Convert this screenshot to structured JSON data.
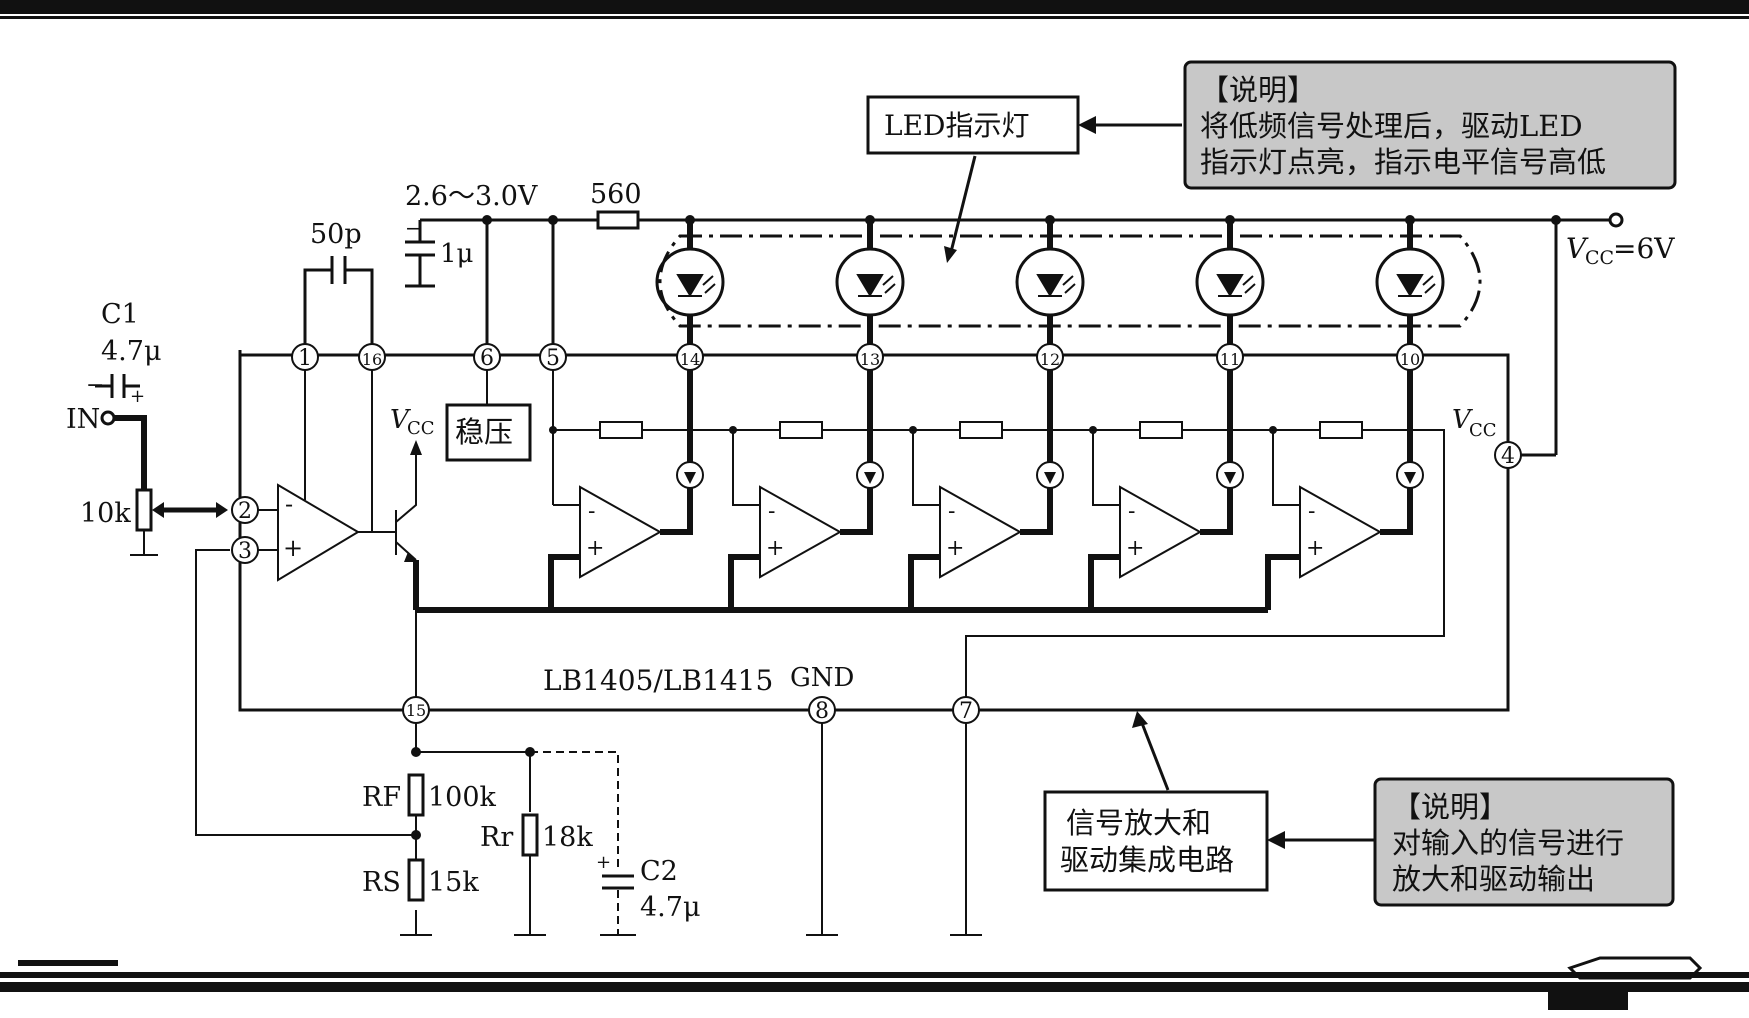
{
  "diagram": {
    "ic_label": "LB1405/LB1415",
    "gnd_label": "GND",
    "supply_range": "2.6～3.0V",
    "vcc_main": "V",
    "vcc_main_sub": "CC",
    "vcc_main_val": "=6V",
    "vcc_small": "V",
    "vcc_small_sub": "CC",
    "vcc_right": "V",
    "vcc_right_sub": "CC",
    "regulator": "稳压",
    "input_label": "IN",
    "components": {
      "c1_name": "C1",
      "c1_value": "4.7μ",
      "pot": "10k",
      "cap_50p": "50p",
      "cap_1u": "1μ",
      "r560": "560",
      "rf_name": "RF",
      "rf_value": "100k",
      "rs_name": "RS",
      "rs_value": "15k",
      "rr_name": "Rr",
      "rr_value": "18k",
      "c2_name": "C2",
      "c2_value": "4.7μ"
    },
    "pins": [
      "1",
      "16",
      "6",
      "5",
      "14",
      "13",
      "12",
      "11",
      "10",
      "2",
      "3",
      "4",
      "15",
      "8",
      "7"
    ],
    "led_label": "LED指示灯",
    "ic_box_line1": "信号放大和",
    "ic_box_line2": "驱动集成电路",
    "note1": {
      "title": "【说明】",
      "line1": "将低频信号处理后，驱动LED",
      "line2": "指示灯点亮，指示电平信号高低"
    },
    "note2": {
      "title": "【说明】",
      "line1": "对输入的信号进行",
      "line2": "放大和驱动输出"
    }
  }
}
